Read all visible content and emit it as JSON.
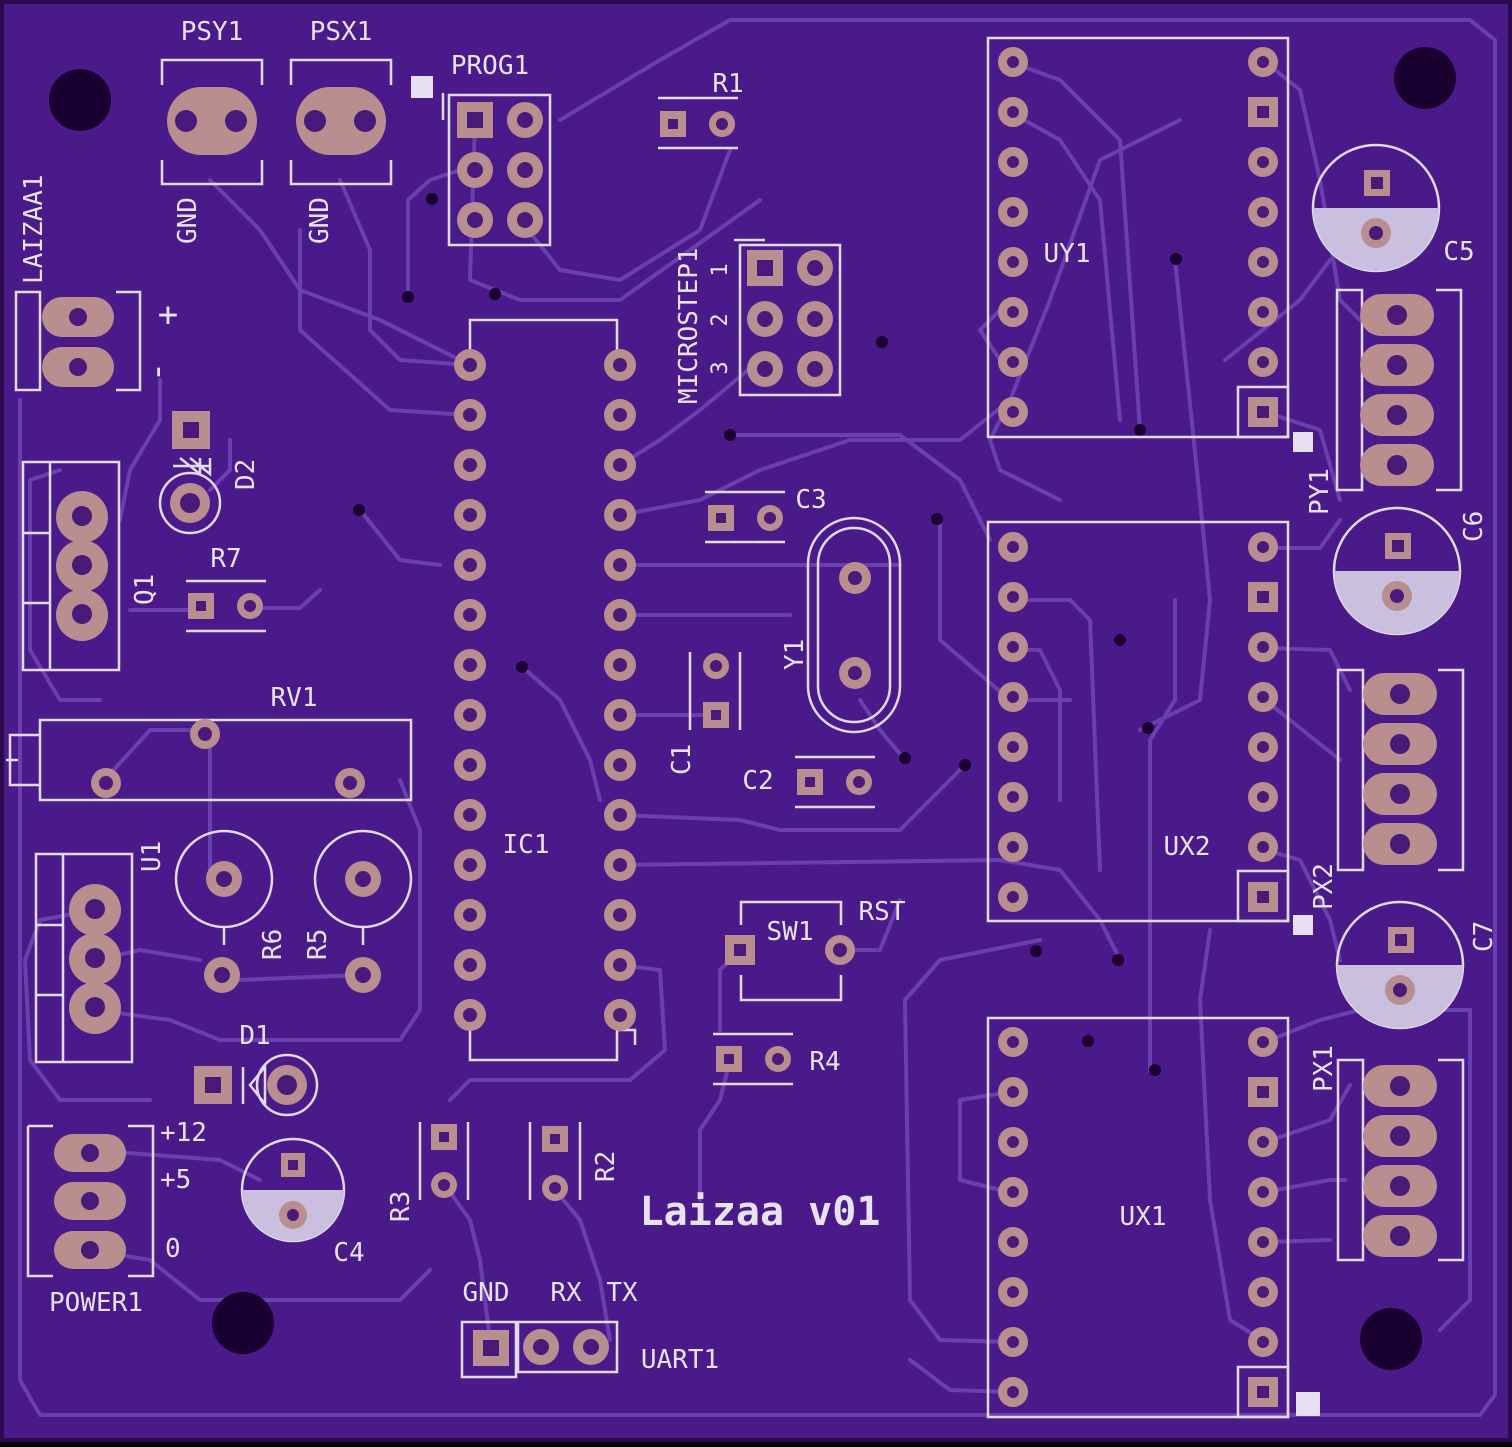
{
  "board": {
    "title": "Laizaa v01",
    "colors": {
      "substrate": "#4b1a8a",
      "outline": "#2a0a4a",
      "silk": "#e0dbee",
      "copper": "#b88e8e",
      "trace": "#6a3fb0"
    }
  },
  "labels": {
    "psy1": "PSY1",
    "psx1": "PSX1",
    "prog1": "PROG1",
    "r1": "R1",
    "gnd_psy": "GND",
    "gnd_psx": "GND",
    "laizaa1": "LAIZAA1",
    "plus": "+",
    "minus": "-",
    "d2": "D2",
    "r7": "R7",
    "q1": "Q1",
    "rv1": "RV1",
    "u1": "U1",
    "r6": "R6",
    "r5": "R5",
    "d1": "D1",
    "p12": "+12",
    "p5": "+5",
    "p0": "0",
    "power1": "POWER1",
    "c4": "C4",
    "r3": "R3",
    "r2": "R2",
    "gnd_uart": "GND",
    "rx": "RX",
    "tx": "TX",
    "uart1": "UART1",
    "ic1": "IC1",
    "microstep1": "MICROSTEP1",
    "ms1": "1",
    "ms2": "2",
    "ms3": "3",
    "c3": "C3",
    "y1": "Y1",
    "c1": "C1",
    "c2": "C2",
    "sw1": "SW1",
    "rst": "RST",
    "r4": "R4",
    "uy1": "UY1",
    "ux2": "UX2",
    "ux1": "UX1",
    "c5": "C5",
    "c6": "C6",
    "c7": "C7",
    "py1": "PY1",
    "px2": "PX2",
    "px1": "PX1"
  }
}
